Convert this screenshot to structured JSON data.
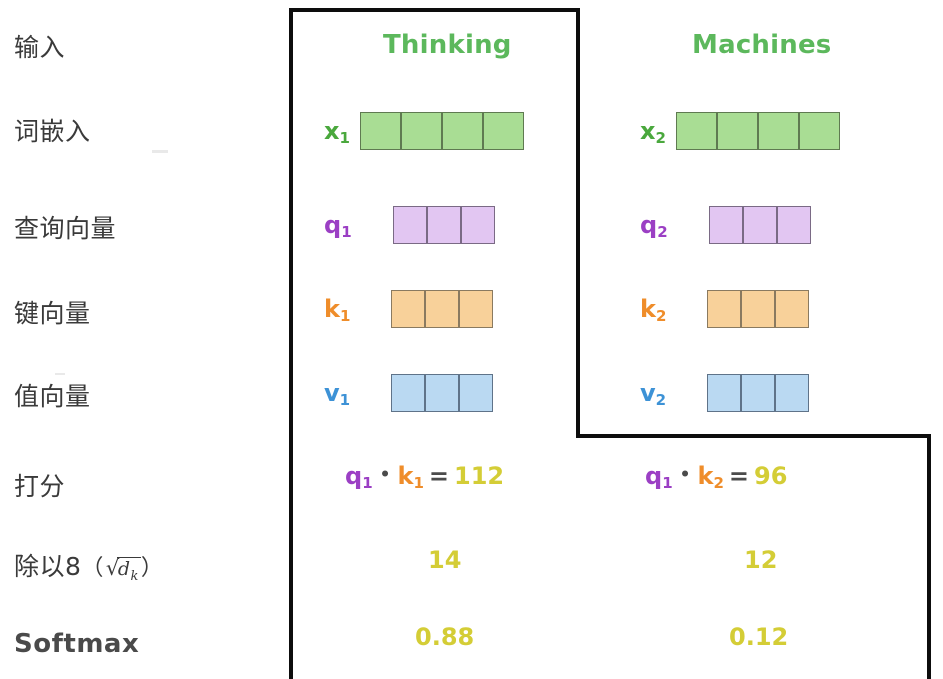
{
  "diagram": {
    "title_row_labels": [
      {
        "text": "输入",
        "script": "cjk"
      },
      {
        "text": "词嵌入",
        "script": "cjk"
      },
      {
        "text": "查询向量",
        "script": "cjk"
      },
      {
        "text": "键向量",
        "script": "cjk"
      },
      {
        "text": "值向量",
        "script": "cjk"
      },
      {
        "text": "打分",
        "script": "cjk"
      },
      {
        "text": "除以8",
        "script": "cjk"
      },
      {
        "text": "Softmax",
        "script": "latin"
      }
    ],
    "divide_label": {
      "prefix": "除以8",
      "paren_open": "（",
      "sqrt_sign": "√",
      "radicand": "d",
      "subscript": "k",
      "paren_close": "）"
    },
    "columns": [
      {
        "header": "Thinking"
      },
      {
        "header": "Machines"
      }
    ],
    "vectors": [
      {
        "label": "x",
        "sub": "1",
        "column": 0,
        "cells": 4,
        "color": "green",
        "color_hex": "#a9dd94",
        "label_color": "#4aa83d"
      },
      {
        "label": "x",
        "sub": "2",
        "column": 1,
        "cells": 4,
        "color": "green",
        "color_hex": "#a9dd94",
        "label_color": "#4aa83d"
      },
      {
        "label": "q",
        "sub": "1",
        "column": 0,
        "cells": 3,
        "color": "purple",
        "color_hex": "#e2c6f2",
        "label_color": "#9b3fc4"
      },
      {
        "label": "q",
        "sub": "2",
        "column": 1,
        "cells": 3,
        "color": "purple",
        "color_hex": "#e2c6f2",
        "label_color": "#9b3fc4"
      },
      {
        "label": "k",
        "sub": "1",
        "column": 0,
        "cells": 3,
        "color": "orange",
        "color_hex": "#f8d19a",
        "label_color": "#ef8d2a"
      },
      {
        "label": "k",
        "sub": "2",
        "column": 1,
        "cells": 3,
        "color": "orange",
        "color_hex": "#f8d19a",
        "label_color": "#ef8d2a"
      },
      {
        "label": "v",
        "sub": "1",
        "column": 0,
        "cells": 3,
        "color": "blue",
        "color_hex": "#bad9f2",
        "label_color": "#3d92d6"
      },
      {
        "label": "v",
        "sub": "2",
        "column": 1,
        "cells": 3,
        "color": "blue",
        "color_hex": "#bad9f2",
        "label_color": "#3d92d6"
      }
    ],
    "scores": [
      {
        "column": 0,
        "q_label": "q",
        "q_sub": "1",
        "operator": "•",
        "k_label": "k",
        "k_sub": "1",
        "equals": "=",
        "result": "112"
      },
      {
        "column": 1,
        "q_label": "q",
        "q_sub": "1",
        "operator": "•",
        "k_label": "k",
        "k_sub": "2",
        "equals": "=",
        "result": "96"
      }
    ],
    "divided": [
      {
        "column": 0,
        "value": "14"
      },
      {
        "column": 1,
        "value": "12"
      }
    ],
    "softmax": [
      {
        "column": 0,
        "value": "0.88"
      },
      {
        "column": 1,
        "value": "0.12"
      }
    ],
    "colors": {
      "header_green": "#5cb85c",
      "embedding_green": "#a9dd94",
      "query_purple": "#e2c6f2",
      "key_orange": "#f8d19a",
      "value_blue": "#bad9f2",
      "number_yellow": "#d4cd36",
      "label_gray": "#3a3a3a",
      "frame_black": "#0d0d0d",
      "background": "#ffffff"
    }
  }
}
